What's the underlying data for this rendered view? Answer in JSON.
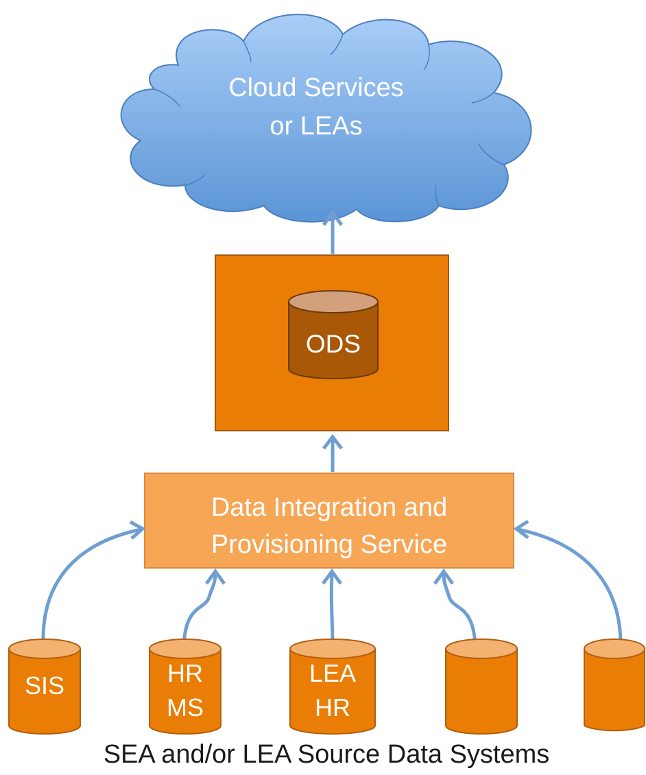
{
  "colors": {
    "cloud_fill": "#6fa6e0",
    "cloud_stroke": "#4a7fbf",
    "ods_box": "#ea7d05",
    "ods_box_stroke": "#9a5a14",
    "ods_db_body": "#a85806",
    "ods_db_top": "#d3a07e",
    "integration_box": "#f6a655",
    "integration_stroke": "#d98a3a",
    "source_db_body": "#ea7d05",
    "source_db_top": "#f4b271",
    "arrow": "#6f9fd1"
  },
  "cloud": {
    "line1": "Cloud Services",
    "line2": "or LEAs"
  },
  "ods": {
    "label": "ODS"
  },
  "integration": {
    "line1": "Data Integration and",
    "line2": "Provisioning Service"
  },
  "sources": [
    {
      "line1": "SIS",
      "line2": ""
    },
    {
      "line1": "HR",
      "line2": "MS"
    },
    {
      "line1": "LEA",
      "line2": "HR"
    },
    {
      "line1": "",
      "line2": ""
    },
    {
      "line1": "",
      "line2": ""
    }
  ],
  "footer": {
    "caption": "SEA and/or LEA Source Data Systems"
  }
}
